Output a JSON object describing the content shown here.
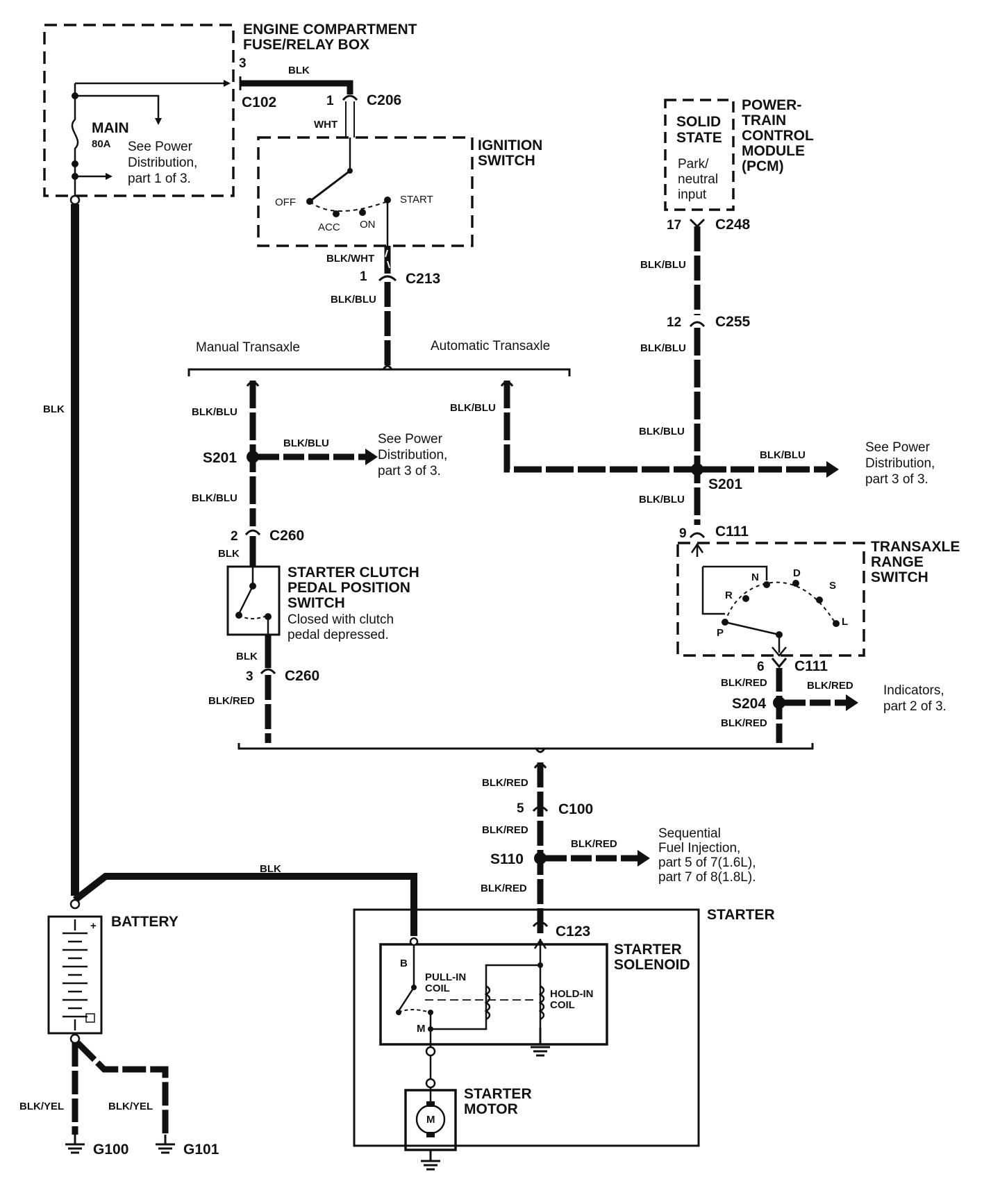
{
  "components": {
    "fuse_box": {
      "title1": "ENGINE COMPARTMENT",
      "title2": "FUSE/RELAY BOX",
      "pin": "3",
      "connector": "C102",
      "fuse_name": "MAIN",
      "fuse_rating": "80A",
      "note1": "See Power",
      "note2": "Distribution,",
      "note3": "part 1 of 3."
    },
    "ignition": {
      "title1": "IGNITION",
      "title2": "SWITCH",
      "off": "OFF",
      "acc": "ACC",
      "on": "ON",
      "start": "START"
    },
    "pcm": {
      "inner1": "SOLID",
      "inner2": "STATE",
      "input1": "Park/",
      "input2": "neutral",
      "input3": "input",
      "title1": "POWER-",
      "title2": "TRAIN",
      "title3": "CONTROL",
      "title4": "MODULE",
      "title5": "(PCM)"
    },
    "transaxle_options": {
      "manual": "Manual Transaxle",
      "automatic": "Automatic Transaxle"
    },
    "clutch_switch": {
      "title1": "STARTER CLUTCH",
      "title2": "PEDAL POSITION",
      "title3": "SWITCH",
      "note1": "Closed with clutch",
      "note2": "pedal depressed."
    },
    "range_switch": {
      "title1": "TRANSAXLE",
      "title2": "RANGE",
      "title3": "SWITCH",
      "p": "P",
      "r": "R",
      "n": "N",
      "d": "D",
      "s": "S",
      "l": "L"
    },
    "battery": {
      "title": "BATTERY",
      "plus": "+"
    },
    "starter": {
      "title": "STARTER",
      "solenoid1": "STARTER",
      "solenoid2": "SOLENOID",
      "pullin1": "PULL-IN",
      "pullin2": "COIL",
      "holdin1": "HOLD-IN",
      "holdin2": "COIL",
      "b": "B",
      "m": "M",
      "motor1": "STARTER",
      "motor2": "MOTOR",
      "motor_symbol": "M"
    }
  },
  "connectors": {
    "c206": {
      "pin": "1",
      "name": "C206"
    },
    "c213": {
      "pin": "1",
      "name": "C213"
    },
    "c248": {
      "pin": "17",
      "name": "C248"
    },
    "c255": {
      "pin": "12",
      "name": "C255"
    },
    "c111_top": {
      "pin": "9",
      "name": "C111"
    },
    "c111_bot": {
      "pin": "6",
      "name": "C111"
    },
    "c260_top": {
      "pin": "2",
      "name": "C260"
    },
    "c260_bot": {
      "pin": "3",
      "name": "C260"
    },
    "c100": {
      "pin": "5",
      "name": "C100"
    },
    "c123": {
      "name": "C123"
    }
  },
  "splices": {
    "s201_manual": "S201",
    "s201_auto": "S201",
    "s204": "S204",
    "s110": "S110"
  },
  "grounds": {
    "g100": "G100",
    "g101": "G101"
  },
  "wires": {
    "blk": "BLK",
    "wht": "WHT",
    "blk_wht": "BLK/WHT",
    "blk_blu": "BLK/BLU",
    "blk_red": "BLK/RED",
    "blk_yel": "BLK/YEL"
  },
  "references": {
    "pd3_manual": {
      "l1": "See Power",
      "l2": "Distribution,",
      "l3": "part 3 of 3."
    },
    "pd3_auto": {
      "l1": "See Power",
      "l2": "Distribution,",
      "l3": "part 3 of 3."
    },
    "indicators": {
      "l1": "Indicators,",
      "l2": "part 2 of 3."
    },
    "sfi": {
      "l1": "Sequential",
      "l2": "Fuel Injection,",
      "l3": "part 5 of 7(1.6L),",
      "l4": "part 7 of 8(1.8L)."
    }
  }
}
